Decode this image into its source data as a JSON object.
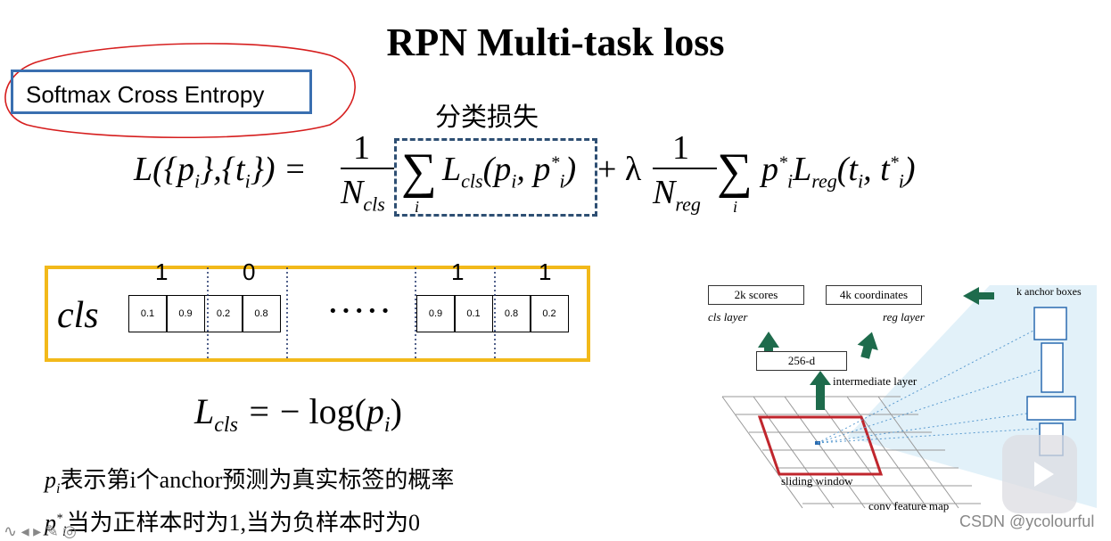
{
  "slide": {
    "title": "RPN Multi-task loss",
    "label_box": "Softmax Cross Entropy",
    "cn_caption": "分类损失",
    "cls_label": "cls",
    "ellipsis": "·····",
    "top_digits": [
      "1",
      "0",
      "1",
      "1"
    ],
    "cells_left": [
      "0.1",
      "0.9",
      "0.2",
      "0.8"
    ],
    "cells_right": [
      "0.9",
      "0.1",
      "0.8",
      "0.2"
    ],
    "note1": "表示第i个anchor预测为真实标签的概率",
    "note2": "当为正样本时为1,当为负样本时为0"
  },
  "diagram": {
    "scores": "2k scores",
    "coords": "4k coordinates",
    "cls_layer": "cls layer",
    "reg_layer": "reg layer",
    "dim": "256-d",
    "intermediate": "intermediate layer",
    "anchor_boxes": "k anchor boxes",
    "sliding": "sliding window",
    "conv_map": "conv feature map"
  },
  "watermark": "CSDN @ycolourful",
  "colors": {
    "accent_blue": "#3a6fb0",
    "frame_gold": "#f2b91a",
    "arrow_green": "#1e6b4c",
    "window_red": "#c0262d"
  },
  "icons": [
    "pen-icon",
    "arrow-back-icon",
    "arrow-forward-icon",
    "eraser-icon",
    "settings-icon",
    "play-icon"
  ]
}
